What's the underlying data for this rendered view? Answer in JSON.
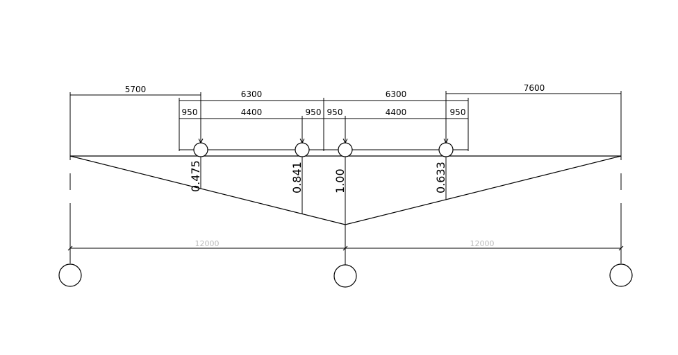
{
  "dims": {
    "top_left": "5700",
    "top_right": "7600",
    "mid_left": "6300",
    "mid_right": "6300",
    "low_left_a": "950",
    "low_left_b": "4400",
    "low_left_c": "950",
    "low_right_a": "950",
    "low_right_b": "4400",
    "low_right_c": "950",
    "span_left": "12000",
    "span_right": "12000"
  },
  "ordinates": {
    "o1": "0.475",
    "o2": "0.841",
    "o3": "1.00",
    "o4": "0.633"
  }
}
